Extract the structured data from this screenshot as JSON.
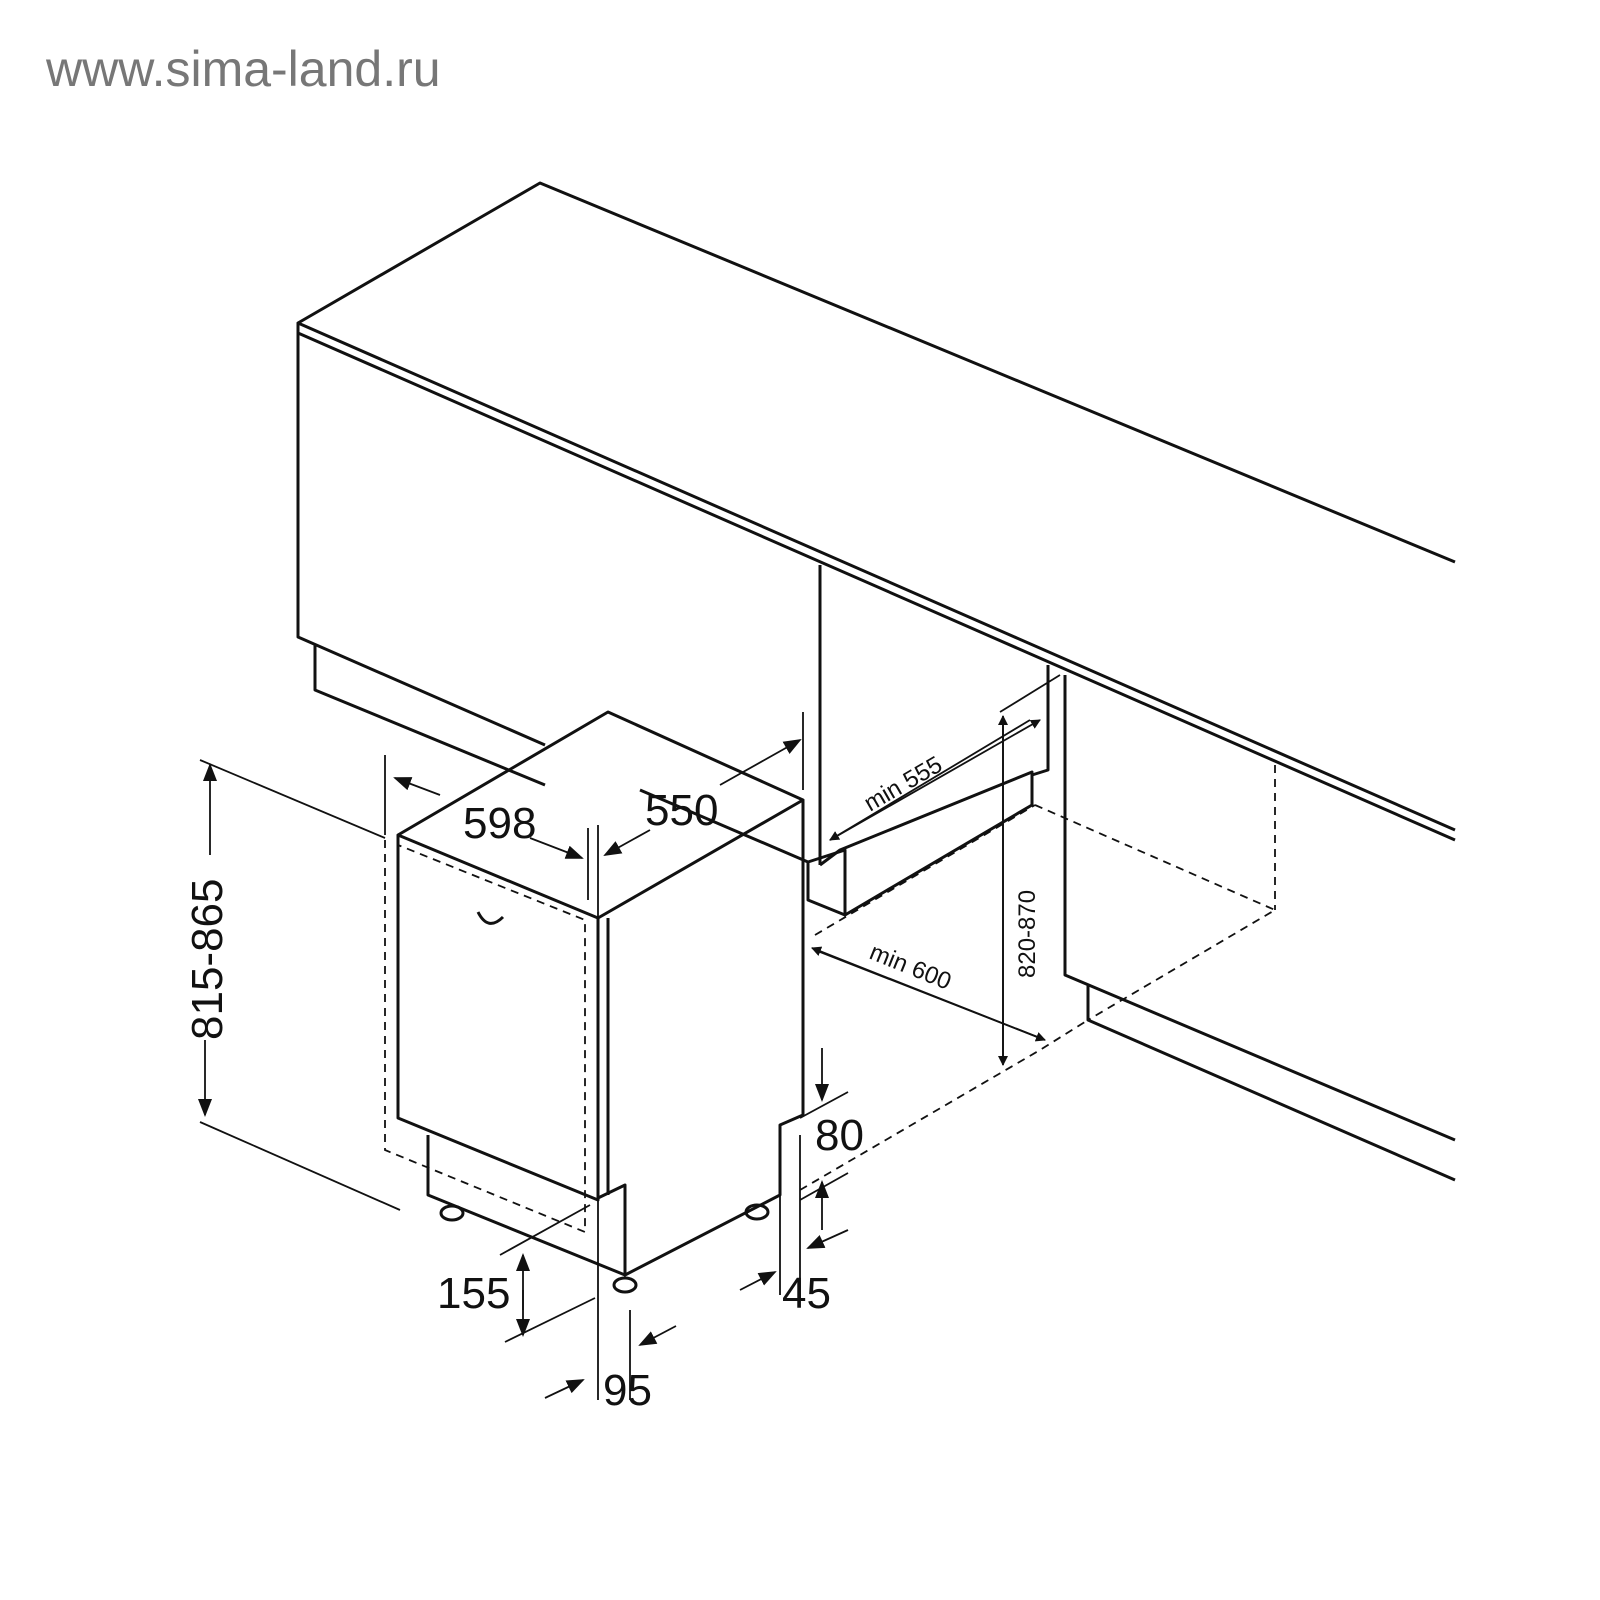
{
  "watermark": "www.sima-land.ru",
  "dimensions": {
    "height_range": "815-865",
    "width": "598",
    "depth": "550",
    "niche_depth": "min 555",
    "niche_height": "820-870",
    "niche_width": "min 600",
    "plinth_height": "80",
    "plinth_gap": "45",
    "door_bottom": "155",
    "plinth_depth": "95"
  }
}
